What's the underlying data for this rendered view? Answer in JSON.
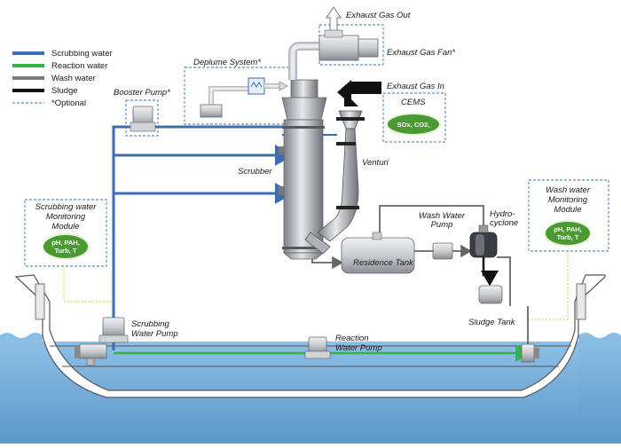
{
  "legend": [
    {
      "label": "Scrubbing water",
      "color": "#3a6db5",
      "style": "solid"
    },
    {
      "label": "Reaction water",
      "color": "#33b44a",
      "style": "solid"
    },
    {
      "label": "Wash water",
      "color": "#7a7a7a",
      "style": "solid"
    },
    {
      "label": "Sludge",
      "color": "#111111",
      "style": "solid"
    },
    {
      "label": "*Optional",
      "color": "#3a6db5",
      "style": "dashed"
    }
  ],
  "labels": {
    "exhaust_gas_out": "Exhaust Gas Out",
    "exhaust_gas_fan": "Exhaust Gas Fan*",
    "deplume_system": "Deplume  System*",
    "exhaust_gas_in": "Exhaust Gas In",
    "booster_pump": "Booster Pump*",
    "cems": "CEMS",
    "venturi": "Venturi",
    "scrubber": "Scrubber",
    "scrubbing_module": [
      "Scrubbing water",
      "Monitoring",
      "Module"
    ],
    "wash_module": [
      "Wash water",
      "Monitoring",
      "Module"
    ],
    "wash_water_pump": [
      "Wash Water",
      "Pump"
    ],
    "hydrocyclone": [
      "Hydro-",
      "cyclone"
    ],
    "residence_tank": "Residence Tank",
    "sludge_tank": "Sludge Tank",
    "scrubbing_water_pump": [
      "Scrubbing",
      "Water Pump"
    ],
    "reaction_water_pump": [
      "Reaction",
      "Water Pump"
    ]
  },
  "sensors": {
    "cems": [
      "SOx, CO2,"
    ],
    "scrubbing": [
      "pH, PAH,",
      "Turb, T"
    ],
    "wash": [
      "pH, PAH,",
      "Turb, T"
    ]
  },
  "colors": {
    "scrubbing": "#3a6db5",
    "reaction": "#33b44a",
    "wash": "#7a7a7a",
    "sludge": "#111111",
    "sea": "#7fb4dd",
    "sensor": "#4a9a34",
    "signal": "#c9d24a"
  }
}
